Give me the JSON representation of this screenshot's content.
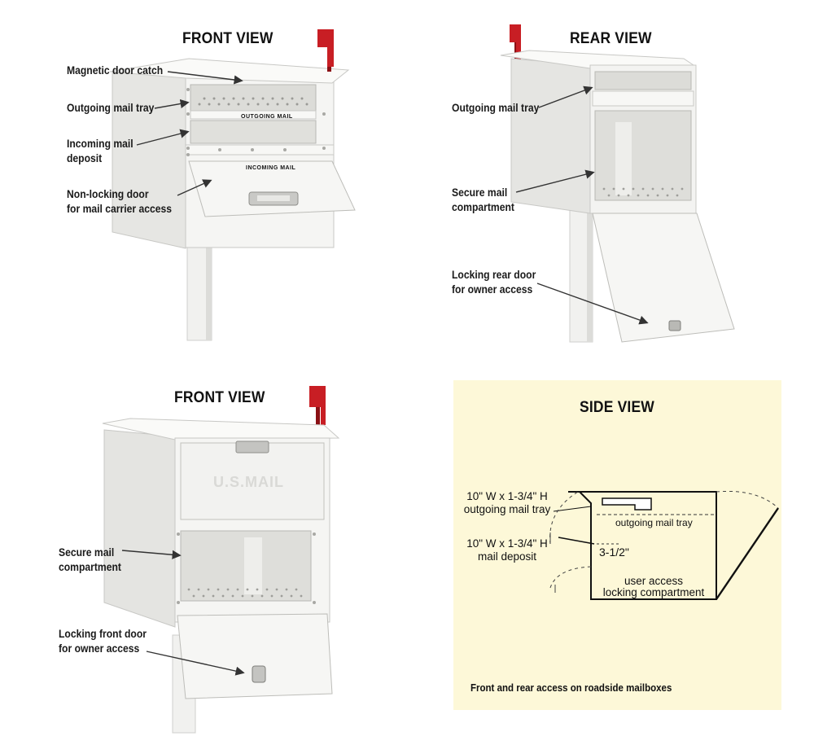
{
  "front_view_top": {
    "title": "FRONT VIEW",
    "callouts": [
      "Magnetic door catch",
      "Outgoing mail tray",
      "Incoming mail",
      "deposit",
      "Non-locking door",
      "for mail carrier access"
    ],
    "tray_label": "OUTGOING MAIL",
    "deposit_label": "INCOMING MAIL"
  },
  "rear_view": {
    "title": "REAR VIEW",
    "callouts": [
      "Outgoing mail tray",
      "Secure mail",
      "compartment",
      "Locking rear door",
      "for owner access"
    ]
  },
  "front_view_bottom": {
    "title": "FRONT VIEW",
    "door_emboss": "U.S.MAIL",
    "callouts": [
      "Secure mail",
      "compartment",
      "Locking front door",
      "for owner access"
    ]
  },
  "side_view": {
    "title": "SIDE VIEW",
    "labels": {
      "tray_size_1": "10\" W x 1-3/4\" H",
      "tray_size_2": "outgoing mail tray",
      "deposit_size_1": "10\" W x 1-3/4\" H",
      "deposit_size_2": "mail deposit",
      "tray_inner": "outgoing mail tray",
      "height_dim": "3-1/2\"",
      "compartment_1": "user access",
      "compartment_2": "locking compartment"
    },
    "caption": "Front and rear access on roadside mailboxes"
  },
  "colors": {
    "flag": "#c81e24",
    "side_bg": "#fdf8d8",
    "box_white": "#f4f4f2",
    "box_shadow": "#d9d9d6"
  }
}
